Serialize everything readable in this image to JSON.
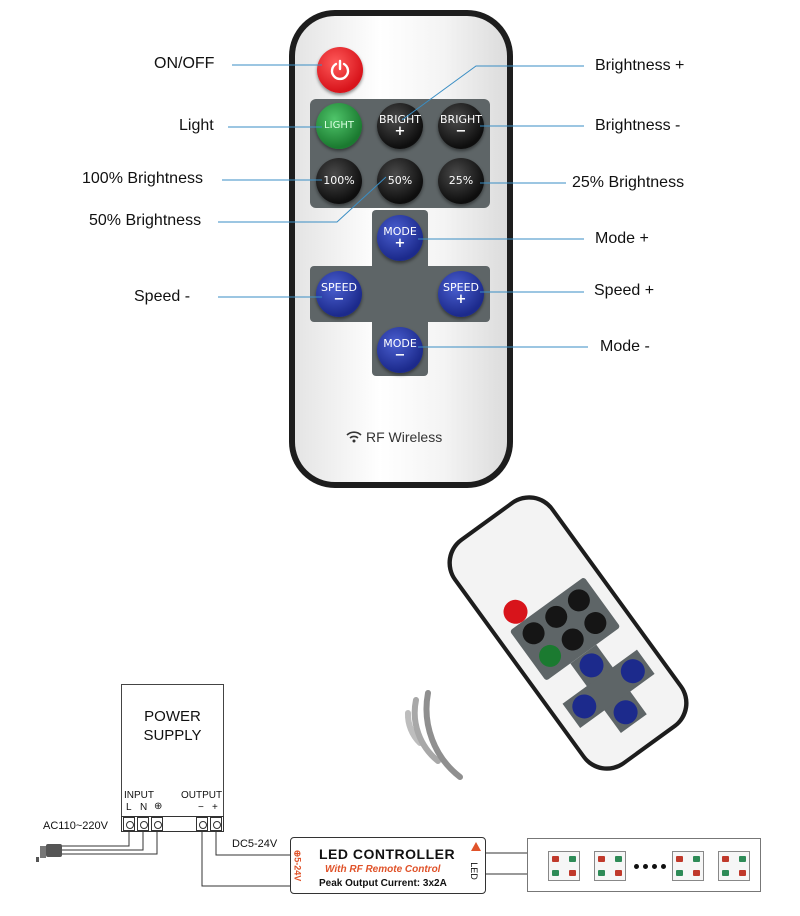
{
  "remote": {
    "buttons": {
      "light": "LIGHT",
      "bright_plus_top": "BRIGHT",
      "bright_plus_bottom": "+",
      "bright_minus_top": "BRIGHT",
      "bright_minus_bottom": "−",
      "b100": "100%",
      "b50": "50%",
      "b25": "25%",
      "mode_plus_top": "MODE",
      "mode_plus_bottom": "+",
      "mode_minus_top": "MODE",
      "mode_minus_bottom": "−",
      "speed_minus_top": "SPEED",
      "speed_minus_bottom": "−",
      "speed_plus_top": "SPEED",
      "speed_plus_bottom": "+"
    },
    "rf_label": "RF Wireless"
  },
  "callouts": {
    "on_off": "ON/OFF",
    "light": "Light",
    "brightness_100": "100% Brightness",
    "brightness_50": "50% Brightness",
    "speed_minus": "Speed -",
    "brightness_plus": "Brightness +",
    "brightness_minus": "Brightness -",
    "brightness_25": "25% Brightness",
    "mode_plus": "Mode +",
    "speed_plus": "Speed +",
    "mode_minus": "Mode -"
  },
  "wiring": {
    "power_supply_line1": "POWER",
    "power_supply_line2": "SUPPLY",
    "input_label": "INPUT",
    "output_label": "OUTPUT",
    "l": "L",
    "n": "N",
    "ground": "⊕",
    "minus": "−",
    "plus": "+",
    "ac_label": "AC110~220V",
    "dc_label": "DC5-24V",
    "controller_title": "LED CONTROLLER",
    "controller_subtitle": "With RF Remote Control",
    "controller_peak": "Peak Output Current: 3x2A",
    "controller_side": "⊕5-24V",
    "controller_led": "LED"
  },
  "colors": {
    "callout_line": "#3a8ec4",
    "power_button": "#d8141b",
    "light_button": "#1b7a30",
    "blue_button": "#1c2a8c",
    "panel": "#5e6567",
    "controller_subtitle": "#e0532a"
  }
}
